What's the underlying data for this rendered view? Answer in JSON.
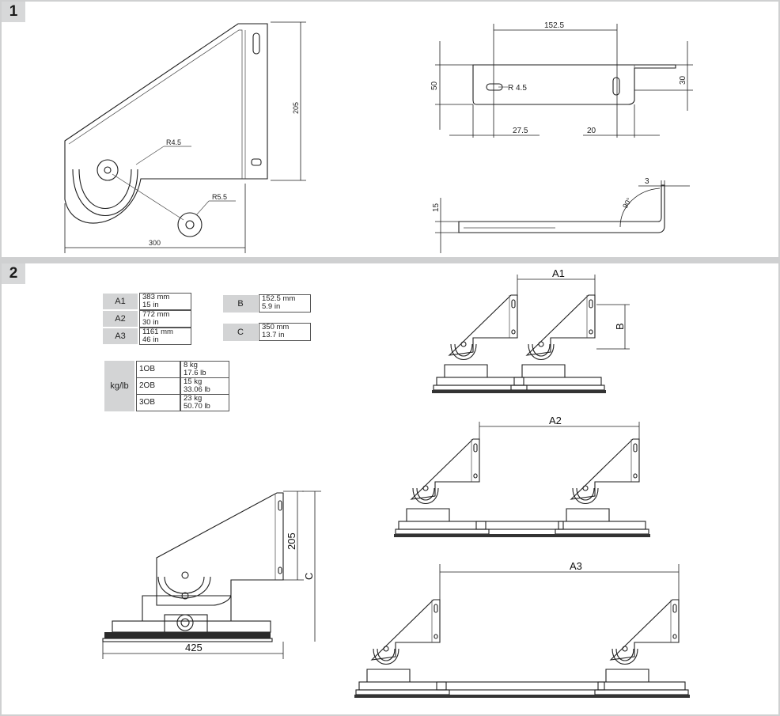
{
  "panels": [
    {
      "number": "1"
    },
    {
      "number": "2"
    }
  ],
  "drawing1": {
    "side": {
      "r1": "R4.5",
      "r2": "R5.5",
      "height": "205",
      "width": "300"
    },
    "top": {
      "width": "152.5",
      "height": "50",
      "right": "30",
      "hole": "R 4.5",
      "left_offset": "27.5",
      "right_offset": "20"
    },
    "front": {
      "thickness": "15",
      "lip": "3",
      "angle": "90°"
    }
  },
  "specs": {
    "a_rows": [
      {
        "key": "A1",
        "mm": "383 mm",
        "inch": "15  in"
      },
      {
        "key": "A2",
        "mm": "772 mm",
        "inch": "30  in"
      },
      {
        "key": "A3",
        "mm": "1161 mm",
        "inch": "46  in"
      }
    ],
    "b": {
      "key": "B",
      "mm": "152.5 mm",
      "inch": "5.9  in"
    },
    "c": {
      "key": "C",
      "mm": "350 mm",
      "inch": "13.7 in"
    },
    "weight_label": "kg/lb",
    "weights": [
      {
        "model": "1OB",
        "kg": "8  kg",
        "lb": "17.6  lb"
      },
      {
        "model": "2OB",
        "kg": "15  kg",
        "lb": "33.06  lb"
      },
      {
        "model": "3OB",
        "kg": "23  kg",
        "lb": "50.70  lb"
      }
    ]
  },
  "drawing2": {
    "height": "205",
    "c": "C",
    "width": "425",
    "a1": "A1",
    "b": "B",
    "a2": "A2",
    "a3": "A3"
  }
}
